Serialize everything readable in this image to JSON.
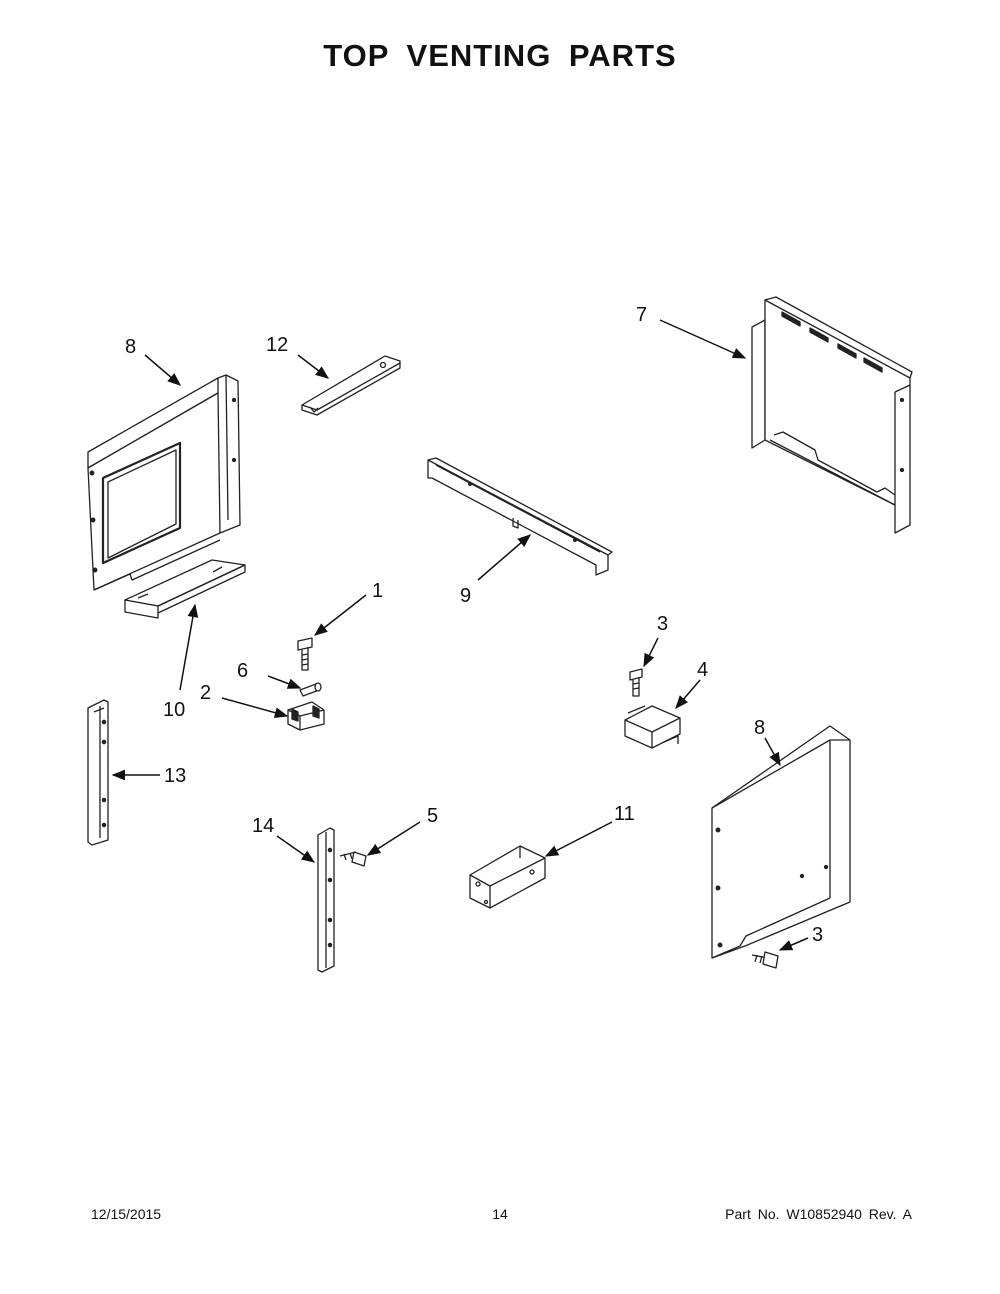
{
  "page": {
    "title": "TOP VENTING PARTS",
    "footer": {
      "date": "12/15/2015",
      "page_number": "14",
      "part_no": "Part No.  W10852940  Rev.  A"
    }
  },
  "callouts": {
    "c1": "1",
    "c2": "2",
    "c3a": "3",
    "c3b": "3",
    "c4": "4",
    "c5": "5",
    "c6": "6",
    "c7": "7",
    "c8a": "8",
    "c8b": "8",
    "c9": "9",
    "c10": "10",
    "c11": "11",
    "c12": "12",
    "c13": "13",
    "c14": "14"
  }
}
